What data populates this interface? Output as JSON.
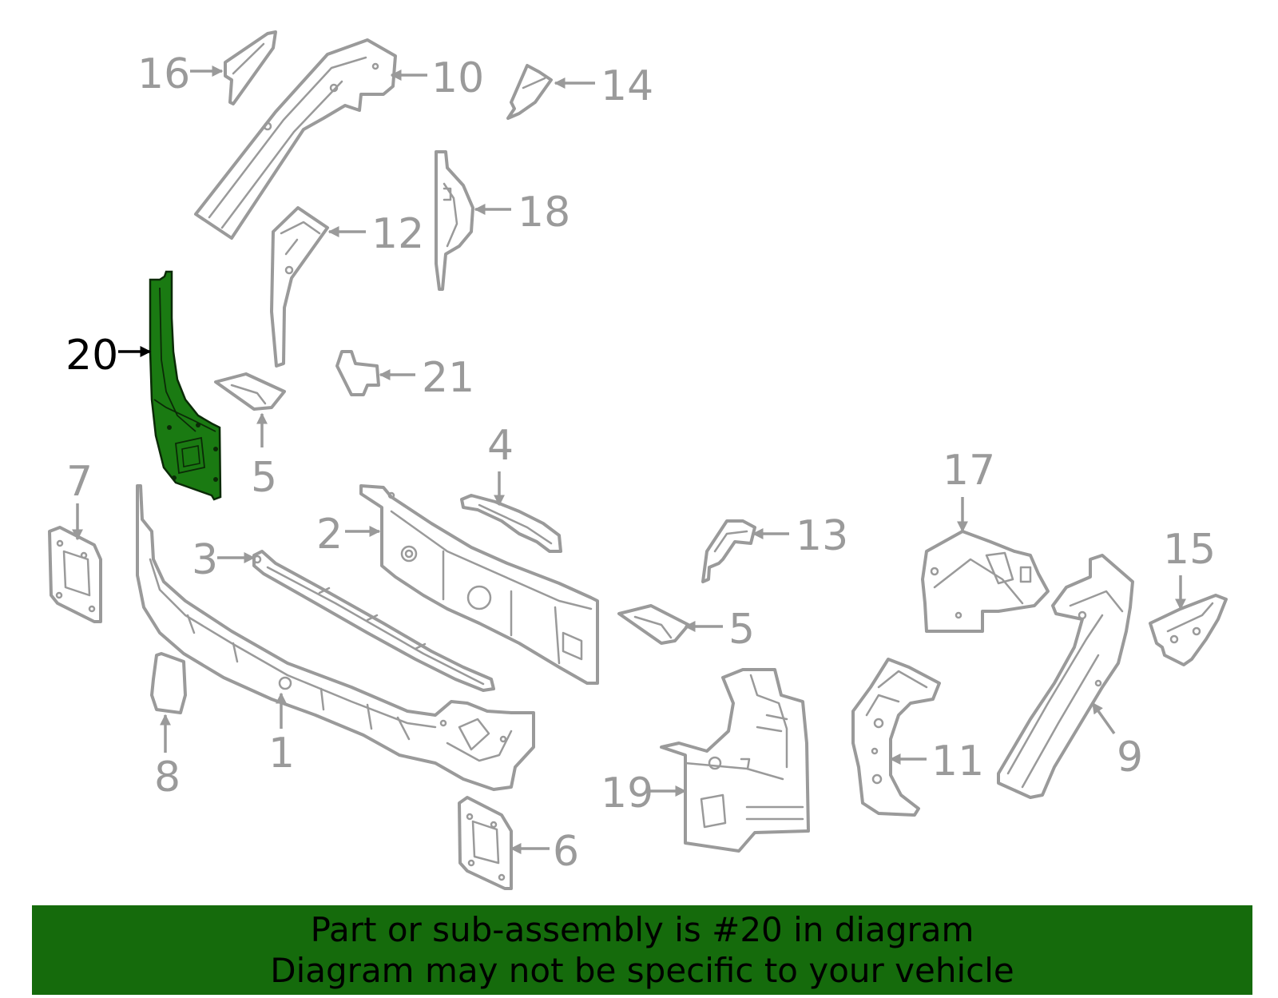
{
  "diagram": {
    "highlight_color": "#1a7a12",
    "part_color": "#9a9a9a",
    "highlighted_callout": "20",
    "callouts": {
      "c1": "1",
      "c2": "2",
      "c3": "3",
      "c4": "4",
      "c5a": "5",
      "c5b": "5",
      "c6": "6",
      "c7": "7",
      "c8": "8",
      "c9": "9",
      "c10": "10",
      "c11": "11",
      "c12": "12",
      "c13": "13",
      "c14": "14",
      "c15": "15",
      "c16": "16",
      "c17": "17",
      "c18": "18",
      "c19": "19",
      "c20": "20",
      "c21": "21"
    }
  },
  "banner": {
    "background": "#156b0c",
    "line1": "Part or sub-assembly is #20 in diagram",
    "line2": "Diagram may not be specific to your vehicle"
  }
}
